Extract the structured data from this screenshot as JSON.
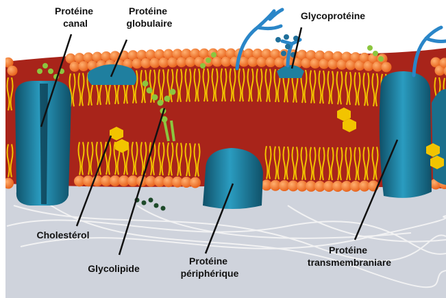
{
  "labels": {
    "channel_protein": [
      "Protéine",
      "canal"
    ],
    "globular_protein": [
      "Protéine",
      "globulaire"
    ],
    "glycoprotein": [
      "Glycoprotéine"
    ],
    "cholesterol": [
      "Cholestérol"
    ],
    "glycolipid": [
      "Glycolipide"
    ],
    "peripheral_protein": [
      "Protéine",
      "périphérique"
    ],
    "transmembrane_protein": [
      "Protéine",
      "transmembraniare"
    ]
  },
  "colors": {
    "membrane_core": "#a8241a",
    "phospholipid_head": "#e8651e",
    "lipid_tail": "#f2c400",
    "protein": "#1f7f9f",
    "protein_dark": "#135a72",
    "carbohydrate": "#8cc63f",
    "glycoprotein_chain": "#2a86c8",
    "cytoplasm": "#cfd3dc",
    "fiber": "#f4f4f4"
  }
}
